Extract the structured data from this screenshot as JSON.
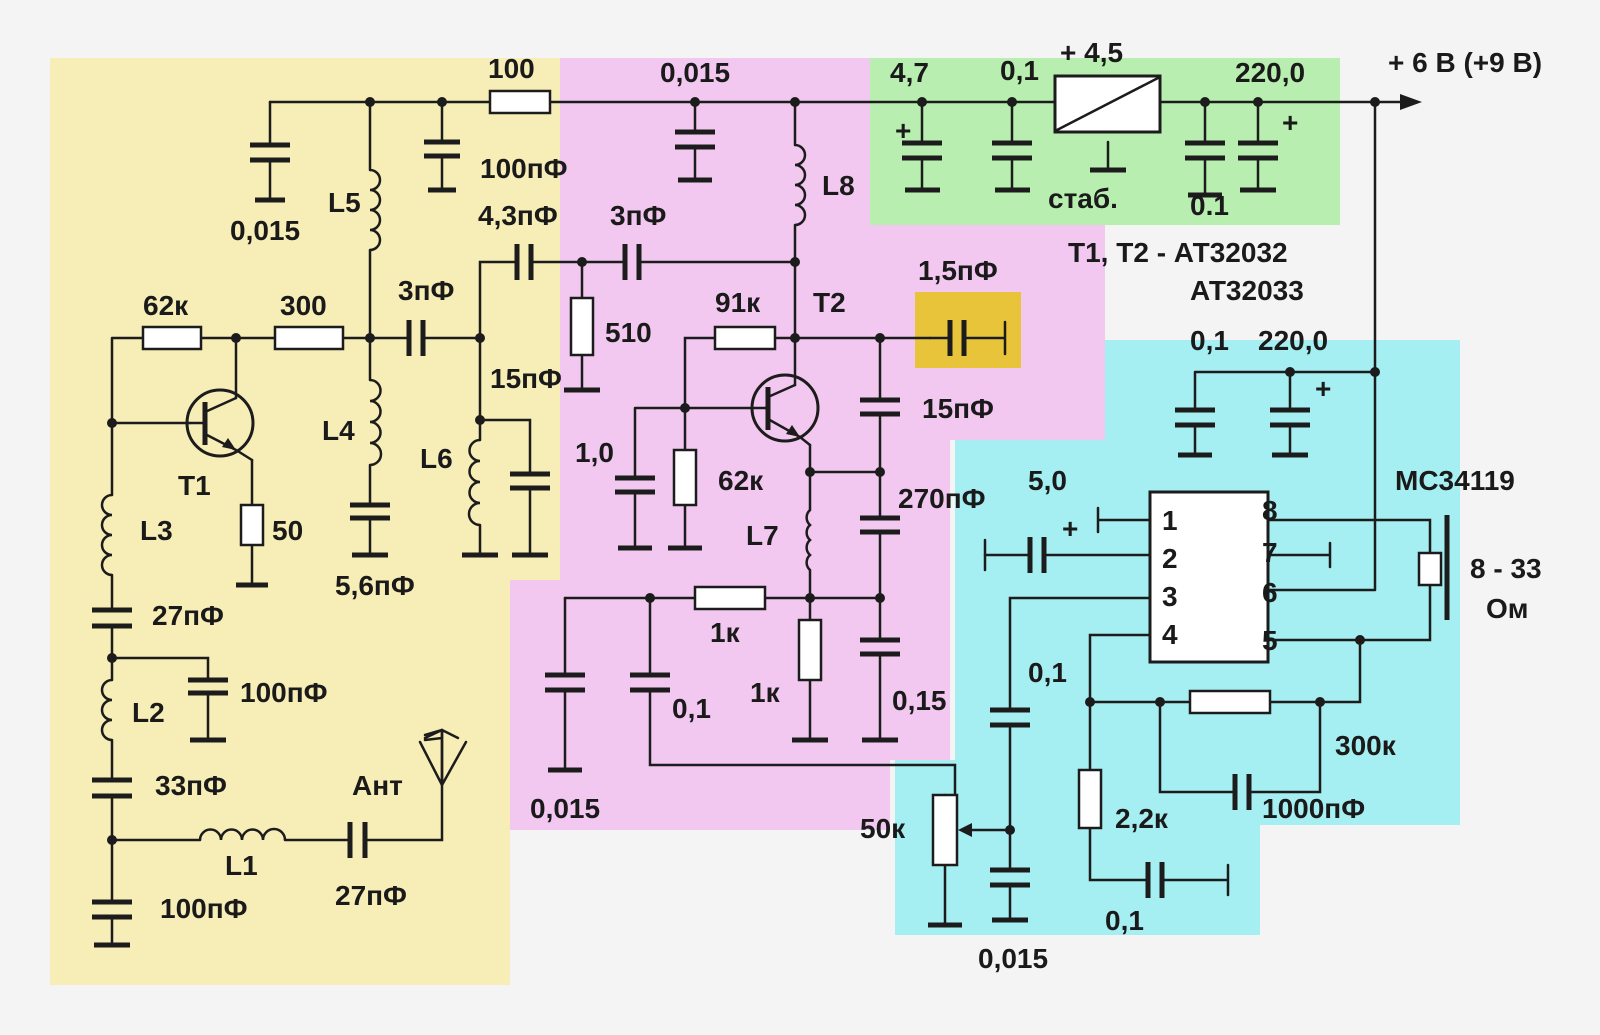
{
  "colors": {
    "background": "#f4f4f4",
    "zone_input": "#f7edb6",
    "zone_amplifier": "#f2c8f0",
    "zone_power": "#b8efb0",
    "zone_audio": "#a5eff2",
    "trimmer_cap_fill": "#e8c43a",
    "ink": "#1c1c1c"
  },
  "labels": {
    "supply": "+ 6 В (+9 В)",
    "transistors": "Т1, Т2 - АТ32032",
    "transistors_alt": "АТ32033",
    "regulator_value": "+ 4,5",
    "regulator": "стаб.",
    "amp_chip": "МС34119",
    "speaker_value": "8 - 33",
    "speaker_unit": "Ом",
    "antenna": "Ант",
    "t1": "Т1",
    "t2": "Т2"
  },
  "inductors": {
    "l1": "L1",
    "l2": "L2",
    "l3": "L3",
    "l4": "L4",
    "l5": "L5",
    "l6": "L6",
    "l7": "L7",
    "l8": "L8"
  },
  "resistors": {
    "r_100": "100",
    "r_62k_a": "62к",
    "r_300": "300",
    "r_50": "50",
    "r_510": "510",
    "r_91k": "91к",
    "r_62k_b": "62к",
    "r_1k_a": "1к",
    "r_1k_b": "1к",
    "r_300k": "300к",
    "r_2_2k": "2,2к",
    "pot_50k": "50к"
  },
  "capacitors": {
    "c_0015_tl": "0,015",
    "c_100pf_t": "100пФ",
    "c_0015_top": "0,015",
    "c_47": "4,7",
    "c_01_reg": "0,1",
    "c_2200_top": "220,0",
    "c_01_out": "0.1",
    "c_43pf": "4,3пФ",
    "c_3pf_a": "3пФ",
    "c_3pf_b": "3пФ",
    "c_15pf_a": "15пФ",
    "c_15pf_b": "15пФ",
    "c_15pf_trim": "1,5пФ",
    "c_56pf": "5,6пФ",
    "c_27pf_a": "27пФ",
    "c_100pf_mid": "100пФ",
    "c_33pf": "33пФ",
    "c_27pf_b": "27пФ",
    "c_100pf_bot": "100пФ",
    "c_10": "1,0",
    "c_270pf": "270пФ",
    "c_015": "0,15",
    "c_01_mid": "0,1",
    "c_0015_bot": "0,015",
    "c_01_amp": "0,1",
    "c_2200_amp": "220,0",
    "c_50": "5,0",
    "c_01_in": "0,1",
    "c_1000pf": "1000пФ",
    "c_01_low": "0,1",
    "c_0015_amp": "0,015"
  },
  "ic_pins": [
    "1",
    "2",
    "3",
    "4",
    "8",
    "7",
    "6",
    "5"
  ],
  "plus_sign": "+"
}
